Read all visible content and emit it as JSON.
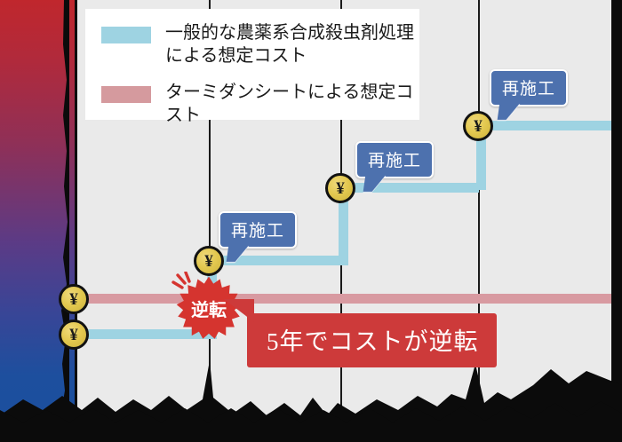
{
  "chart_data": {
    "type": "line",
    "title": "",
    "xlabel": "",
    "ylabel": "",
    "grid": true,
    "legend_position": "top-left",
    "series": [
      {
        "name": "一般的な農薬系合成殺虫剤処理による想定コスト",
        "color": "#9ed3e2",
        "shape": "step-increasing",
        "step_markers": [
          "¥",
          "¥",
          "¥",
          "¥"
        ]
      },
      {
        "name": "ターミダンシートによる想定コスト",
        "color": "#d59a9e",
        "shape": "flat",
        "step_markers": [
          "¥"
        ]
      }
    ],
    "annotations": [
      "再施工",
      "再施工",
      "再施工",
      "逆転",
      "5年でコストが逆転"
    ]
  },
  "legend": {
    "items": [
      {
        "swatch": "#9ed3e2",
        "line1": "一般的な農薬系合成殺虫剤処理",
        "line2": "による想定コスト"
      },
      {
        "swatch": "#d59a9e",
        "line1": "ターミダンシートによる想定コスト",
        "line2": ""
      }
    ]
  },
  "markers": {
    "coin_glyph": "¥",
    "coins": [
      {
        "name": "sheet-initial-cost",
        "label": "¥"
      },
      {
        "name": "pesticide-initial-cost",
        "label": "¥"
      },
      {
        "name": "pesticide-rework-1",
        "label": "¥"
      },
      {
        "name": "pesticide-rework-2",
        "label": "¥"
      },
      {
        "name": "pesticide-rework-3",
        "label": "¥"
      }
    ]
  },
  "callouts": {
    "rework_label": "再施工",
    "reversal_badge": "逆転",
    "banner_text": "5年でコストが逆転"
  },
  "colors": {
    "blue_line": "#9ed3e2",
    "red_line": "#d89aa1",
    "bubble_blue": "#4d71ae",
    "banner_red": "#cd3a3a",
    "coin_gold": "#e3c84f",
    "plot_bg": "#eaeaea"
  }
}
